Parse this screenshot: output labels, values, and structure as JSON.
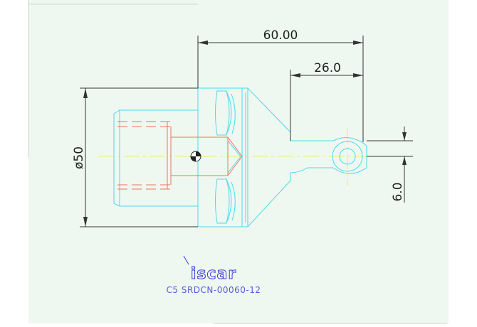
{
  "drawing": {
    "dim_overall_length": "60.00",
    "dim_neck_length": "26.0",
    "dim_diameter": "ø50",
    "dim_offset": "6.0",
    "logo_text": "iscar",
    "part_code": "C5 SRDCN-00060-12"
  },
  "colors": {
    "background": "#eef8f0",
    "body_outline": "#4fd8ee",
    "hidden_lines": "#f07060",
    "center_lines": "#ecec70",
    "dimension_lines": "#333333",
    "logo": "#3b3bd8",
    "part_code": "#5a5ad8"
  }
}
